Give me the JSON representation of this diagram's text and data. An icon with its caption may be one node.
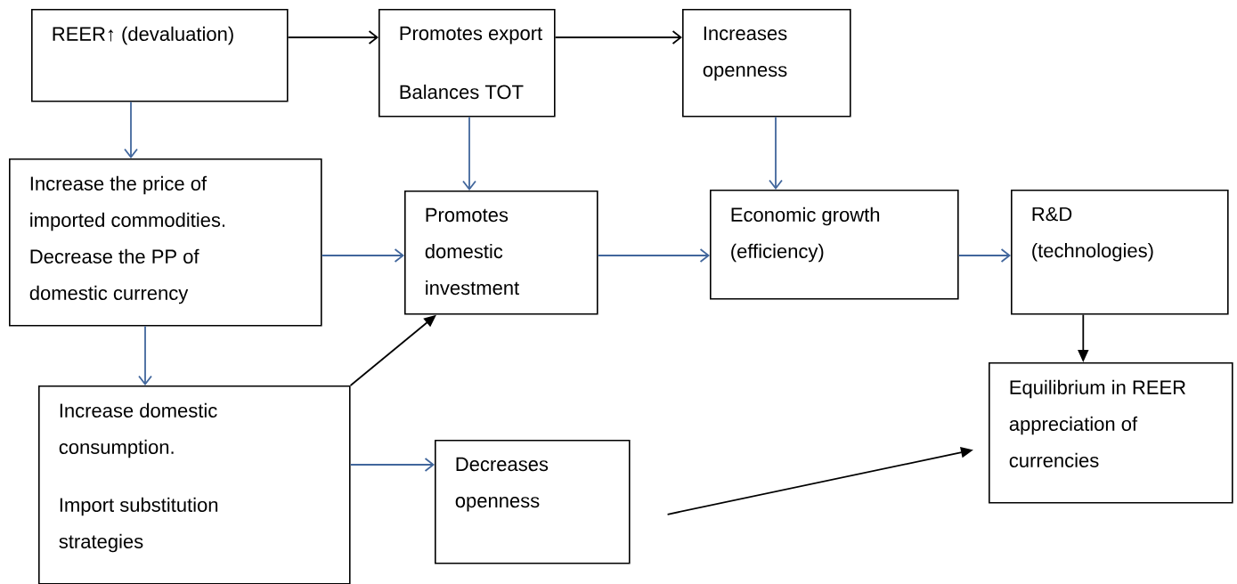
{
  "diagram": {
    "nodes": [
      {
        "text": [
          "REER↑ (devaluation)"
        ]
      },
      {
        "text": [
          "Promotes export",
          "Balances TOT"
        ]
      },
      {
        "text": [
          "Increases openness"
        ]
      },
      {
        "text": [
          "Increase the price of imported commodities.",
          "Decrease the PP of domestic currency"
        ]
      },
      {
        "text": [
          "Promotes domestic investment"
        ]
      },
      {
        "text": [
          "Economic growth (efficiency)"
        ]
      },
      {
        "text": [
          "R&D (technologies)"
        ]
      },
      {
        "text": [
          "Increase domestic consumption.",
          "Import substitution strategies"
        ]
      },
      {
        "text": [
          "Decreases openness"
        ]
      },
      {
        "text": [
          "Equilibrium in REER appreciation of currencies"
        ]
      }
    ],
    "edges": [
      {
        "from": 0,
        "to": 1,
        "arrow": "to",
        "color": "#000000"
      },
      {
        "from": 1,
        "to": 2,
        "arrow": "to",
        "color": "#000000"
      },
      {
        "from": 0,
        "to": 3,
        "arrow": "to"
      },
      {
        "from": 1,
        "to": 4,
        "arrow": "to"
      },
      {
        "from": 2,
        "to": 5,
        "arrow": "to"
      },
      {
        "from": 3,
        "to": 4,
        "arrow": "to"
      },
      {
        "from": 4,
        "to": 5,
        "arrow": "to"
      },
      {
        "from": 5,
        "to": 6,
        "arrow": "to"
      },
      {
        "from": 3,
        "to": 7,
        "arrow": "to"
      },
      {
        "from": 7,
        "to": 8,
        "arrow": "to"
      },
      {
        "from": 7,
        "to": 4,
        "arrow": "to",
        "color": "#000000"
      },
      {
        "from": 6,
        "to": 9,
        "arrow": "to",
        "color": "#000000"
      },
      {
        "from": 8,
        "to": 9,
        "arrow": "to",
        "color": "#000000"
      }
    ]
  }
}
